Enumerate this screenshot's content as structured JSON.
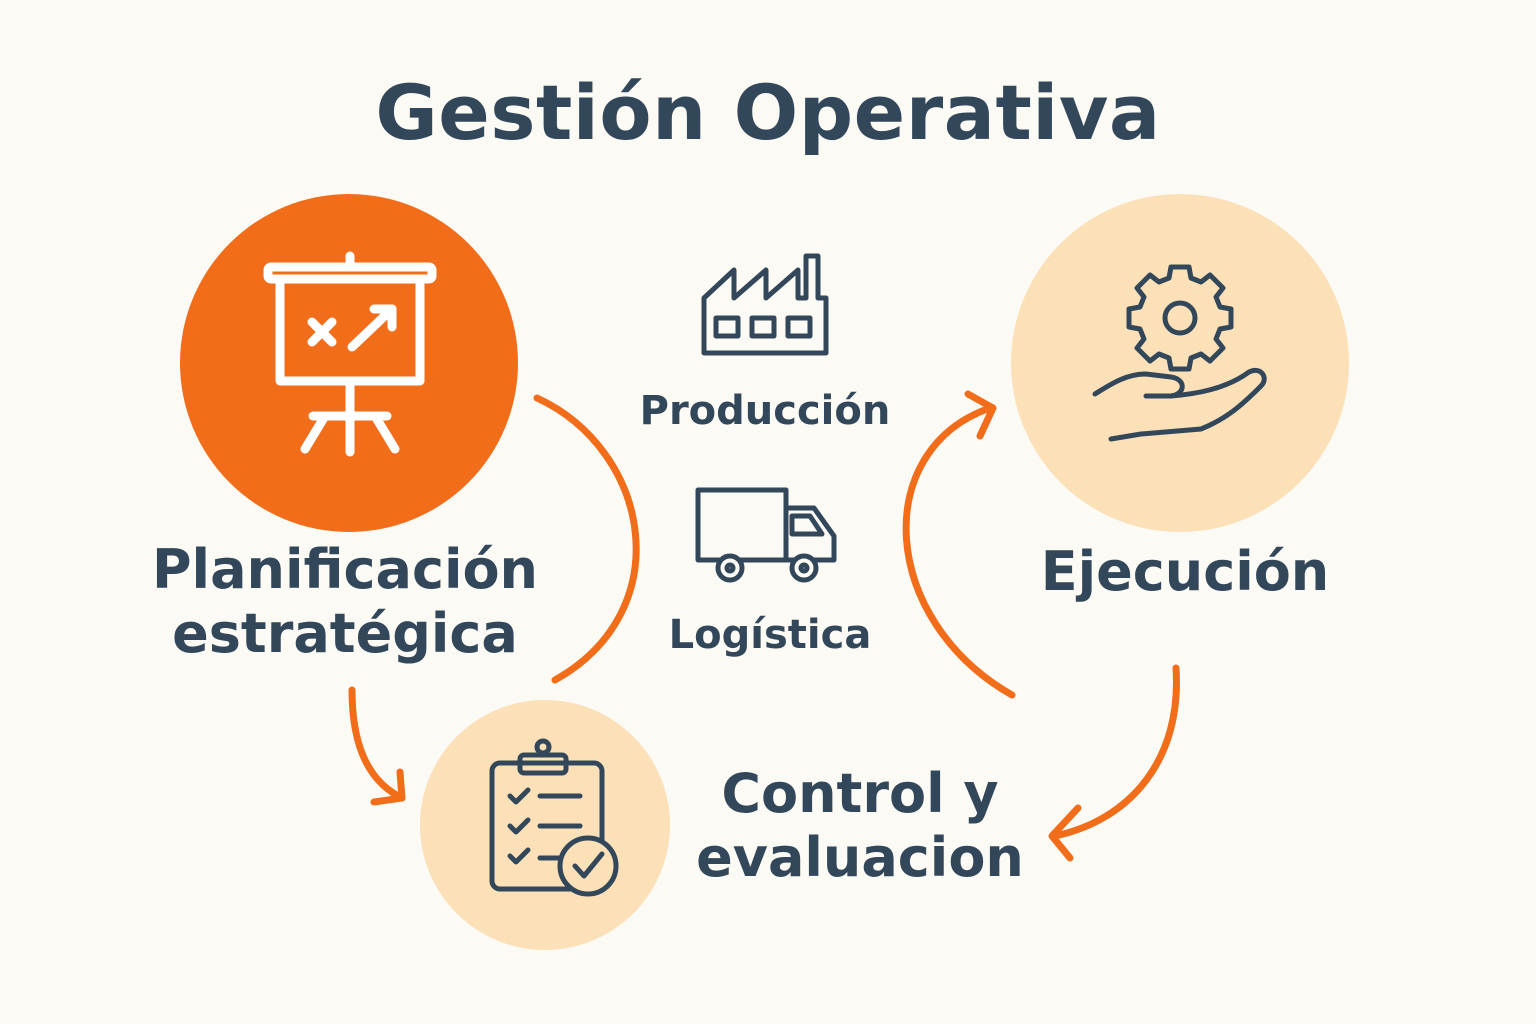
{
  "title": "Gestión Operativa",
  "nodes": {
    "planning": {
      "label_line1": "Planificación",
      "label_line2": "estratégica",
      "icon": "presentation-board-icon"
    },
    "execution": {
      "label": "Ejecución",
      "icon": "gear-hand-icon"
    },
    "control": {
      "label_line1": "Control y",
      "label_line2": "evaluacion",
      "icon": "clipboard-checklist-icon"
    }
  },
  "center_items": [
    {
      "label": "Producción",
      "icon": "factory-icon"
    },
    {
      "label": "Logística",
      "icon": "delivery-truck-icon"
    }
  ],
  "colors": {
    "accent": "#f26d1a",
    "soft": "#fbe0b8",
    "text": "#33475a",
    "background": "#fcfaf4"
  }
}
